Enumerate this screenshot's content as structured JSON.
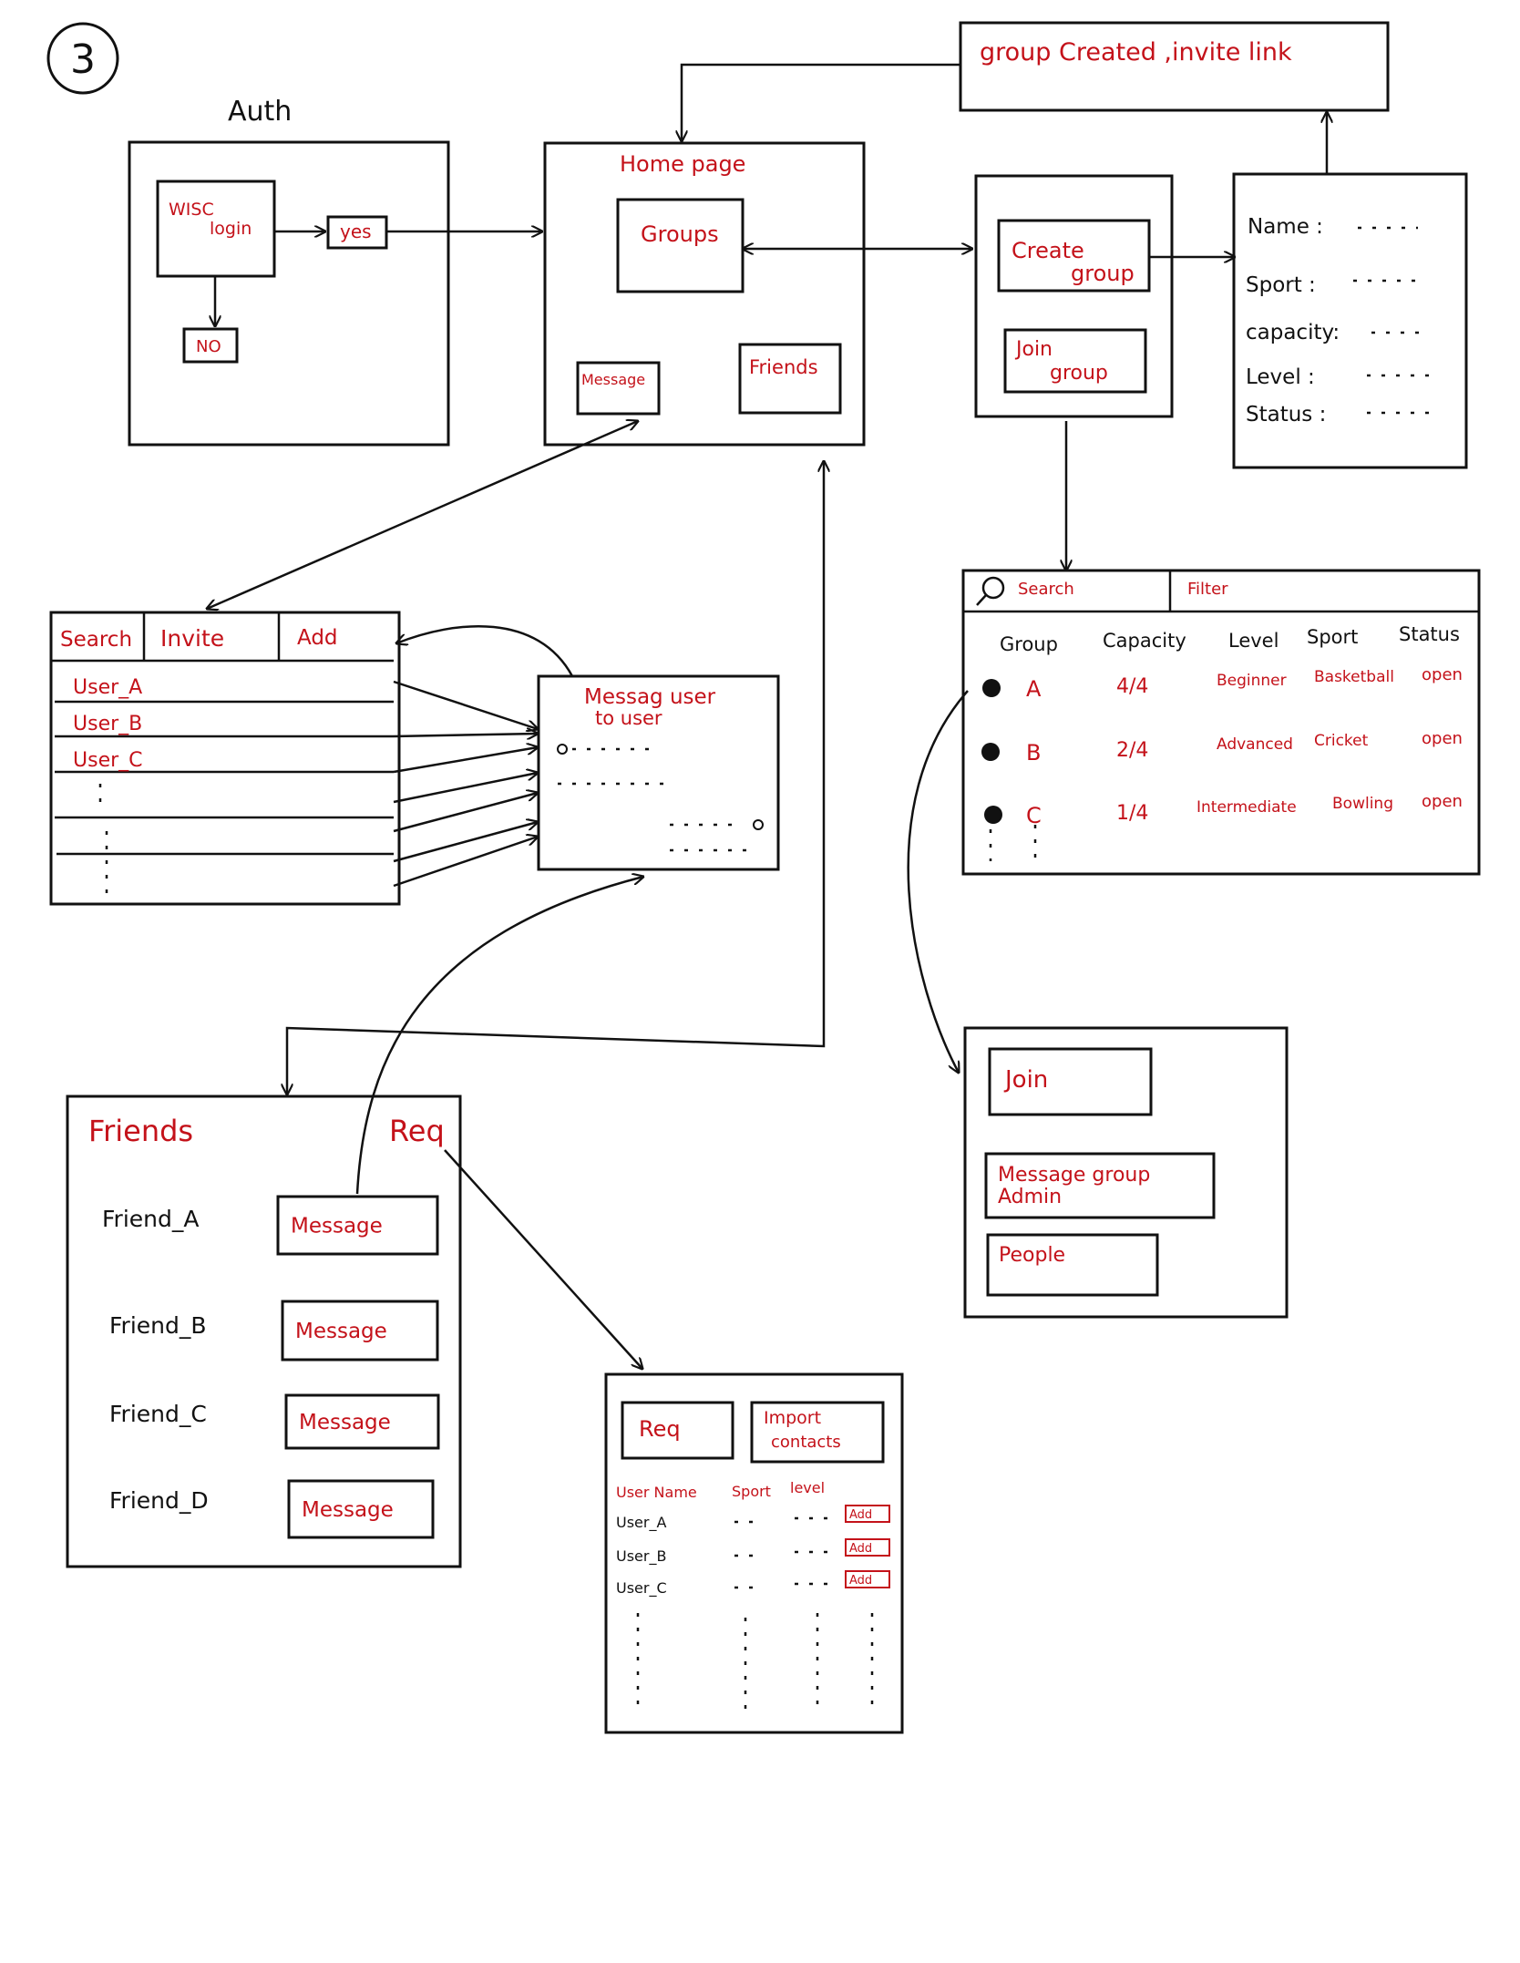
{
  "page_number": "3",
  "auth": {
    "title": "Auth",
    "wisc_login": [
      "WISC",
      "login"
    ],
    "yes": "yes",
    "no": "NO"
  },
  "home": {
    "title": "Home page",
    "groups": "Groups",
    "message": "Message",
    "friends": "Friends"
  },
  "group_created": "group Created ,invite link",
  "group_menu": {
    "create": [
      "Create",
      "group"
    ],
    "join": [
      "Join",
      "group"
    ]
  },
  "group_form": {
    "name": "Name :",
    "sport": "Sport :",
    "capacity": "capacity:",
    "level": "Level :",
    "status": "Status :"
  },
  "search_panel": {
    "search": "Search",
    "filter": "Filter",
    "columns": [
      "Group",
      "Capacity",
      "Level",
      "Sport",
      "Status"
    ],
    "rows": [
      {
        "group": "A",
        "capacity": "4/4",
        "level": "Beginner",
        "sport": "Basketball",
        "status": "open"
      },
      {
        "group": "B",
        "capacity": "2/4",
        "level": "Advanced",
        "sport": "Cricket",
        "status": "open"
      },
      {
        "group": "C",
        "capacity": "1/4",
        "level": "Intermediate",
        "sport": "Bowling",
        "status": "open"
      }
    ]
  },
  "users_panel": {
    "tabs": [
      "Search",
      "Invite",
      "Add"
    ],
    "users": [
      "User_A",
      "User_B",
      "User_C"
    ]
  },
  "message_panel": {
    "title": [
      "Messag user",
      "to user"
    ]
  },
  "friends_panel": {
    "title": "Friends",
    "req": "Req",
    "friends": [
      "Friend_A",
      "Friend_B",
      "Friend_C",
      "Friend_D"
    ],
    "message_button": "Message"
  },
  "group_detail": {
    "join": "Join",
    "message_admin": [
      "Message group",
      "Admin"
    ],
    "people": "People"
  },
  "requests_panel": {
    "req": "Req",
    "import": [
      "Import",
      "contacts"
    ],
    "columns": [
      "User Name",
      "Sport",
      "level"
    ],
    "users": [
      "User_A",
      "User_B",
      "User_C"
    ],
    "add": "Add"
  }
}
